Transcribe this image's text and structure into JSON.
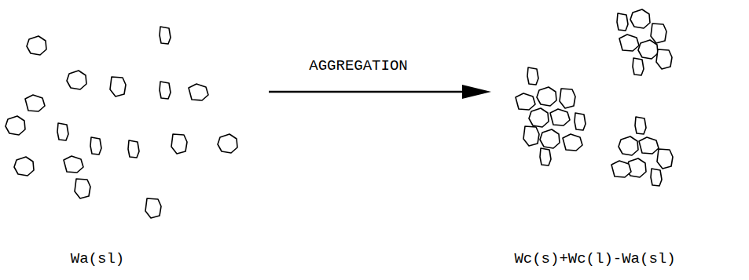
{
  "diagram": {
    "labels": [
      "AGGREGATION",
      "Wa(sl)",
      "Wc(s)+Wc(l)-Wa(sl)"
    ]
  }
}
